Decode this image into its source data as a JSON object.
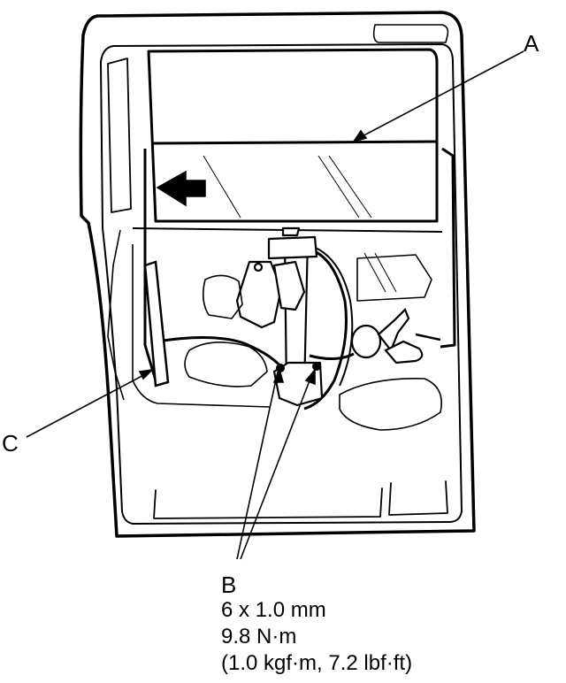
{
  "callouts": {
    "a": "A",
    "b": "B",
    "c": "C"
  },
  "spec": {
    "bolt_size": "6 x 1.0 mm",
    "torque_nm": "9.8 N·m",
    "torque_alt": "(1.0 kgf·m, 7.2 lbf·ft)"
  },
  "colors": {
    "line": "#000000",
    "background": "#ffffff"
  }
}
